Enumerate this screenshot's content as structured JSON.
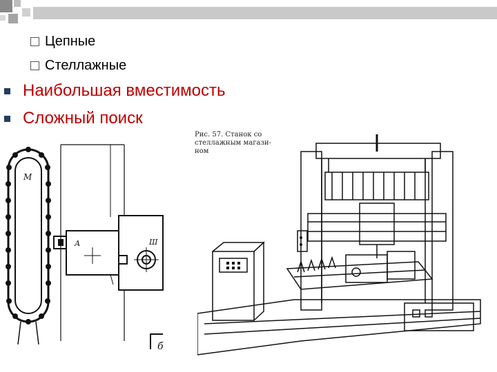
{
  "bullets_level2": [
    "Цепные",
    "Стеллажные"
  ],
  "bullets_level1": [
    "Наибольшая вместимость",
    "Сложный поиск"
  ],
  "colors": {
    "text_red": "#c00000",
    "square": "#1f3e66",
    "bar": "#c9c9c9"
  },
  "left_figure": {
    "label_m": "М",
    "label_a": "А",
    "label_sh": "Ш",
    "label_b": "б"
  },
  "right_figure": {
    "caption_lines": [
      "Рис. 57. Станок со",
      "стеллажным магази-",
      "ном"
    ]
  }
}
